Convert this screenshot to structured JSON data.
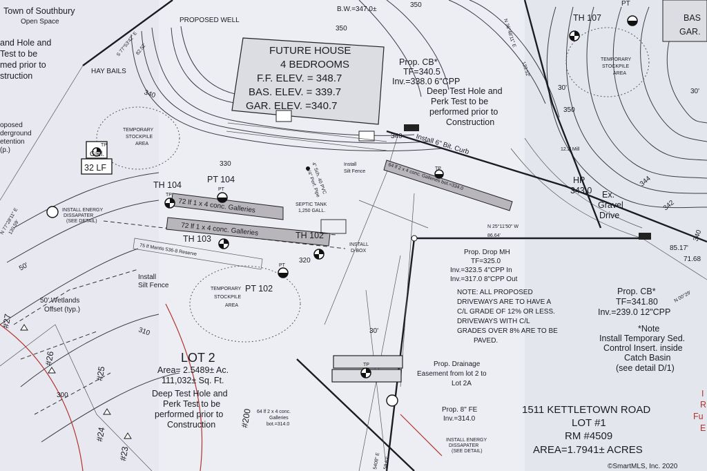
{
  "labels": {
    "town": "Town of Southbury",
    "open_space": "Open Space",
    "proposed_well": "PROPOSED WELL",
    "bw": "B.W.=347.0±",
    "c350a": "350",
    "c350b": "350",
    "c340a": "340",
    "c340b": "340",
    "c330": "330",
    "c320": "320",
    "c310": "310",
    "c300": "300",
    "bearing_s": "S 77°53'42\" E",
    "bearing_s_dist": "82.52'",
    "bearing_n36": "N 36°48'11\" E",
    "bearing_n36_dist": "123.52'",
    "bearing_n25": "N 25°11'50\" W",
    "bearing_n25_dist": "86.64'",
    "bearing_n00": "N 00°29'",
    "bearing_left": "N 77°28'11\" E",
    "bearing_left_dist": "130.59'",
    "bearing_bottom": "5408\" E",
    "bearing_bottom_dist": "59.62'",
    "dim_85": "85.17'",
    "dim_71": "71.68",
    "dim_30a": "30'",
    "dim_30b": "30'",
    "dim_50": "50'",
    "deep_test_left_1": "and Hole and",
    "deep_test_left_2": "Test to be",
    "deep_test_left_3": "med prior to",
    "deep_test_left_4": "struction",
    "hay_bails": "HAY BAILS",
    "proposed_left_1": "oposed",
    "proposed_left_2": "derground",
    "proposed_left_3": "etention",
    "proposed_left_4": "(p.)",
    "tp_left": "TP",
    "gal_left": "G⊞l.",
    "lf32": "32 LF",
    "temp_stock_1a": "TEMPORARY",
    "temp_stock_1b": "STOCKPILE",
    "temp_stock_1c": "AREA",
    "temp_stock_2a": "TEMPORARY",
    "temp_stock_2b": "STOCKPILE",
    "temp_stock_2c": "AREA",
    "temp_stock_3a": "TEMPORARY",
    "temp_stock_3b": "STOCKPILE",
    "temp_stock_3c": "AREA",
    "install_energy_1": "INSTALL ENERGY",
    "install_energy_2": "DISSAPATER",
    "install_energy_3": "(SEE DETAIL)",
    "install_energy_b1": "INSTALL ENERGY",
    "install_energy_b2": "DISSAPATER",
    "install_energy_b3": "(SEE DETAIL)",
    "th104": "TH 104",
    "pt104": "PT 104",
    "th103": "TH 103",
    "th102": "TH 102",
    "th107": "TH 107",
    "pt102": "PT 102",
    "pt_label_a": "PT",
    "pt_label_b": "PT",
    "pt_top": "PT",
    "tp_a": "TP",
    "tp_b": "TP",
    "tp_c": "TP",
    "gal72a": "72 lf 1 x 4 conc. Galleries",
    "gal72b": "72 lf 1 x 4 conc. Galleries",
    "mantis": "75 lf Mantis 536-8 Reserve",
    "septic_1": "SEPTIC TANK",
    "septic_2": "1,250 GALL.",
    "install_dbox_1": "INSTALL",
    "install_dbox_2": "D-BOX",
    "pvc": "4\" Sch. 40 PVC",
    "pvc2": "1/4\" Perf. Pipe",
    "install_silt_1": "Install",
    "install_silt_2": "Silt Fence",
    "install_silt_top_1": "Install",
    "install_silt_top_2": "Silt Fence",
    "wet_1": "50' Wetlands",
    "wet_2": "Offset (typ.)",
    "house_1": "FUTURE HOUSE",
    "house_2": "4 BEDROOMS",
    "house_3": "F.F. ELEV. = 348.7",
    "house_4": "BAS. ELEV. = 339.7",
    "house_5": "GAR. ELEV. =340.7",
    "cb_top_1": "Prop. CB*",
    "cb_top_2": "TF=340.5",
    "cb_top_3": "Inv.=338.0  6\"CPP",
    "deep_top_1": "Deep Test Hole and",
    "deep_top_2": "Perk Test to be",
    "deep_top_3": "performed prior to",
    "deep_top_4": "Construction",
    "curb": "Install 6\" Bit. Curb",
    "gal64top": "64 lf 2 x 4 conc. Galleries bot.=334.0",
    "hp_1": "HP",
    "hp_2": "343.0",
    "ex_1": "Ex.",
    "ex_2": "Gravel",
    "ex_3": "Drive",
    "mill": "12.2' Mill",
    "mh_1": "Prop. Drop MH",
    "mh_2": "TF=325.0",
    "mh_3": "Inv.=323.5  4\"CPP In",
    "mh_4": "Inv.=317.0  8\"CPP Out",
    "note_1": "NOTE: ALL PROPOSED",
    "note_2": "DRIVEWAYS ARE TO HAVE A",
    "note_3": "C/L GRADE OF 12% OR LESS.",
    "note_4": "DRIVEWAYS WITH C/L",
    "note_5": "GRADES OVER 8% ARE TO BE",
    "note_6": "PAVED.",
    "cb_right_1": "Prop. CB*",
    "cb_right_2": "TF=341.80",
    "cb_right_3": "Inv.=239.0  12\"CPP",
    "snote_1": "*Note",
    "snote_2": "Install Temporary Sed.",
    "snote_3": "Control Insert. inside",
    "snote_4": "Catch Basin",
    "snote_5": "(see detail D/1)",
    "lot2_title": "LOT 2",
    "lot2_area": "Area= 2.5489± Ac.",
    "lot2_sqft": "111,032± Sq. Ft.",
    "lot2_dt1": "Deep Test Hole and",
    "lot2_dt2": "Perk Test to be",
    "lot2_dt3": "performed prior to",
    "lot2_dt4": "Construction",
    "drain_1": "Prop. Drainage",
    "drain_2": "Easement from lot 2 to",
    "drain_3": "Lot 2A",
    "fe_1": "Prop. 8\" FE",
    "fe_2": "Inv.=314.0",
    "gal64bot_1": "64 lf 2 x 4 conc.",
    "gal64bot_2": "Galleries",
    "gal64bot_3": "bot.=314.0",
    "lot1_1": "1511 KETTLETOWN ROAD",
    "lot1_2": "LOT #1",
    "lot1_3": "RM #4509",
    "lot1_4": "AREA=1.7941± ACRES",
    "copyright": "©SmartMLS, Inc. 2020",
    "n27": "#27",
    "n26": "#26",
    "n25": "#25",
    "n24": "#24",
    "n23": "#23",
    "n200": "#200",
    "ras_1": "BAS",
    "ras_2": "GAR.",
    "c350r": "350",
    "c344": "344",
    "c342": "342",
    "c340r": "340",
    "r_30": "30'",
    "red_1": "I",
    "red_2": "R",
    "red_3": "Fu",
    "red_4": "E"
  }
}
